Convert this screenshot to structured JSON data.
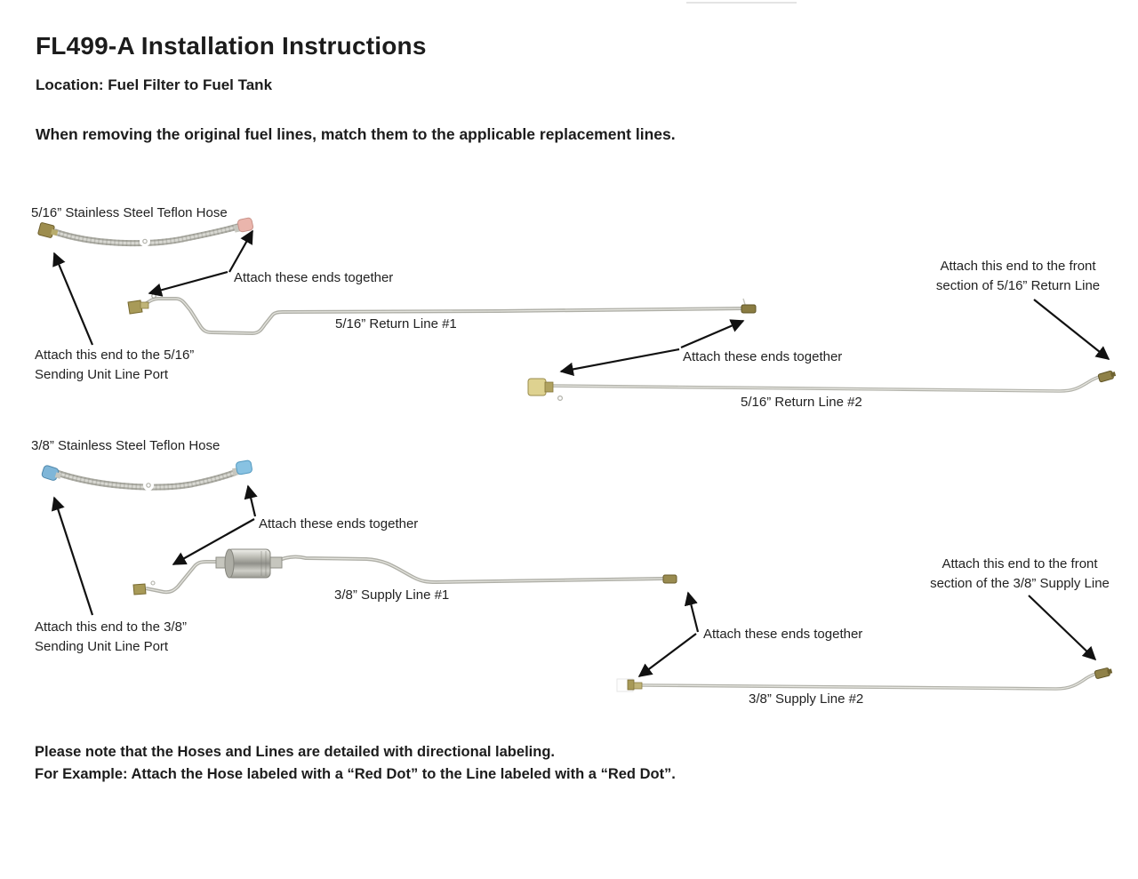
{
  "header": {
    "title": "FL499-A Installation Instructions",
    "location": "Location: Fuel Filter to Fuel Tank",
    "instruction": "When removing the original fuel lines, match them to the applicable replacement lines."
  },
  "diagram": {
    "return_516": {
      "hose_label": "5/16” Stainless Steel Teflon Hose",
      "attach_hose_note": "Attach these ends together",
      "line1_label": "5/16” Return Line #1",
      "sending_note_line1": "Attach this end to the 5/16”",
      "sending_note_line2": "Sending Unit Line Port",
      "front_note_line1": "Attach this end to the front",
      "front_note_line2": "section of 5/16” Return Line",
      "attach_lines_note": "Attach these ends together",
      "line2_label": "5/16” Return Line #2"
    },
    "supply_38": {
      "hose_label": "3/8” Stainless Steel Teflon Hose",
      "attach_hose_note": "Attach these ends together",
      "line1_label": "3/8” Supply Line #1",
      "sending_note_line1": "Attach this end to the 3/8”",
      "sending_note_line2": "Sending Unit Line Port",
      "front_note_line1": "Attach this end to the front",
      "front_note_line2": "section of the 3/8” Supply Line",
      "attach_lines_note": "Attach these ends together",
      "line2_label": "3/8” Supply Line #2"
    }
  },
  "footer": {
    "note_line1": "Please note that the Hoses and Lines are detailed with directional labeling.",
    "note_line2": "For Example: Attach the Hose labeled with a “Red Dot” to the Line labeled with a “Red Dot”."
  },
  "colors": {
    "text": "#1c1c1c",
    "steel_line": "#aeaea6",
    "brass_fitting": "#9d8d4e",
    "red_dot_fitting": "#eab5ac",
    "blue_dot_fitting": "#7fb6d8",
    "arrow": "#111111"
  }
}
